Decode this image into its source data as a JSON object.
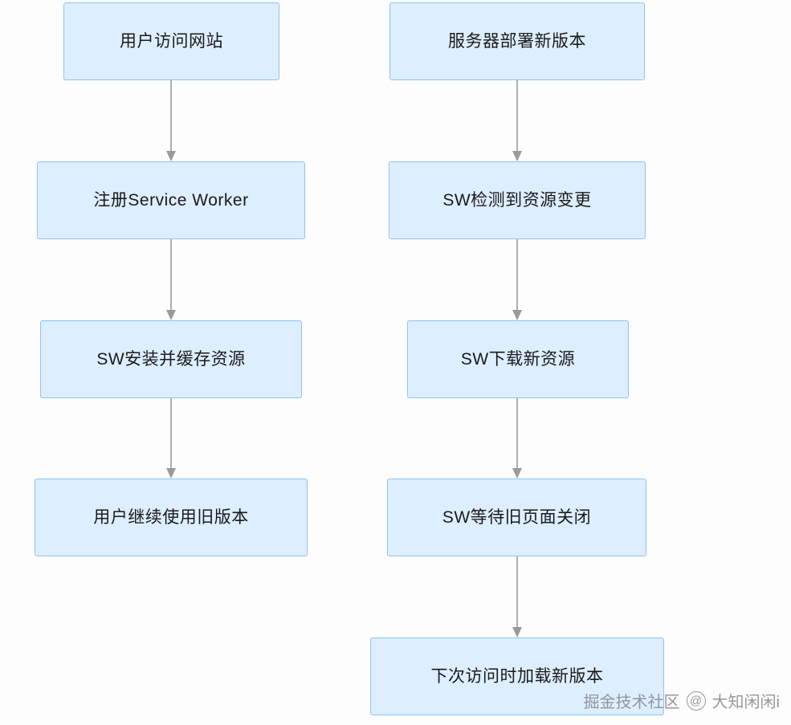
{
  "diagram": {
    "type": "flowchart",
    "columns": [
      {
        "name": "user-flow",
        "nodes": [
          {
            "id": "n1",
            "label": "用户访问网站"
          },
          {
            "id": "n2",
            "label": "注册Service Worker"
          },
          {
            "id": "n3",
            "label": "SW安装并缓存资源"
          },
          {
            "id": "n4",
            "label": "用户继续使用旧版本"
          }
        ]
      },
      {
        "name": "server-flow",
        "nodes": [
          {
            "id": "m1",
            "label": "服务器部署新版本"
          },
          {
            "id": "m2",
            "label": "SW检测到资源变更"
          },
          {
            "id": "m3",
            "label": "SW下载新资源"
          },
          {
            "id": "m4",
            "label": "SW等待旧页面关闭"
          },
          {
            "id": "m5",
            "label": "下次访问时加载新版本"
          }
        ]
      }
    ],
    "edges": [
      {
        "from": "n1",
        "to": "n2"
      },
      {
        "from": "n2",
        "to": "n3"
      },
      {
        "from": "n3",
        "to": "n4"
      },
      {
        "from": "m1",
        "to": "m2"
      },
      {
        "from": "m2",
        "to": "m3"
      },
      {
        "from": "m3",
        "to": "m4"
      },
      {
        "from": "m4",
        "to": "m5"
      }
    ],
    "colors": {
      "node_fill": "#ddeeff",
      "node_border": "#8fc3ef",
      "edge": "#9a9a9a",
      "text": "#1a1a1a",
      "background": "#fdfdfd"
    }
  },
  "watermark": {
    "site": "掘金技术社区",
    "author": "大知闲闲i"
  }
}
